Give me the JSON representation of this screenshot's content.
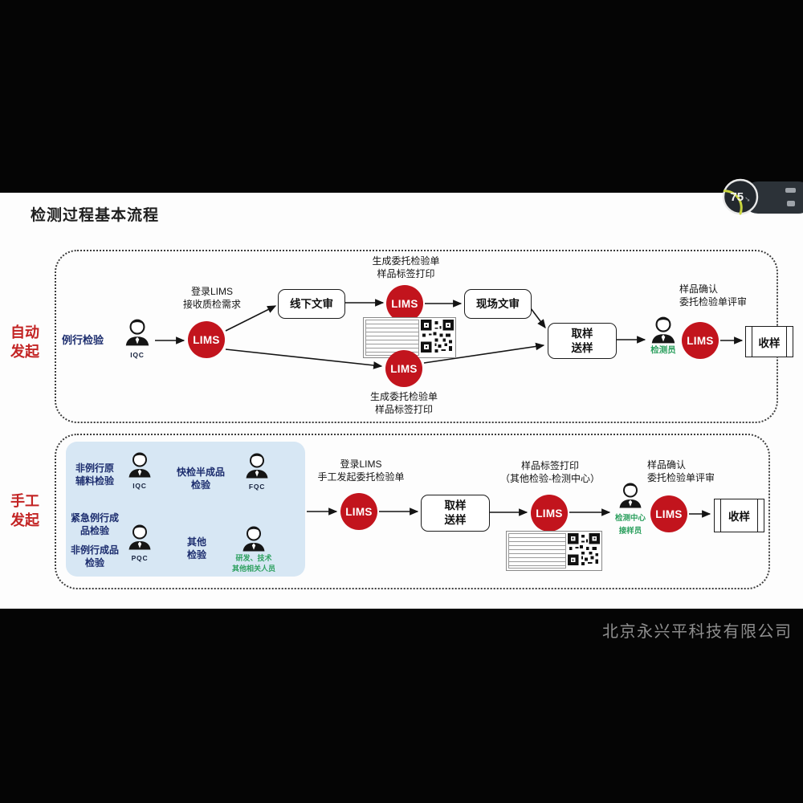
{
  "title": "检测过程基本流程",
  "watermark": "北京永兴平科技有限公司",
  "recorder": {
    "value": "75",
    "cursor": "➘"
  },
  "lane_auto": {
    "label": [
      "自动",
      "发起"
    ],
    "trigger": "例行检验",
    "actor_iqc": "IQC",
    "lims_login": {
      "label": "LIMS",
      "note": [
        "登录LIMS",
        "接收质检需求"
      ]
    },
    "box_offline_review": "线下文审",
    "lims_generate_top": {
      "label": "LIMS",
      "note": [
        "生成委托检验单",
        "样品标签打印"
      ]
    },
    "box_onsite_review": "现场文审",
    "lims_generate_bottom": {
      "label": "LIMS",
      "note": [
        "生成委托检验单",
        "样品标签打印"
      ]
    },
    "box_sampling": [
      "取样",
      "送样"
    ],
    "actor_tester": "检测员",
    "lims_confirm": {
      "label": "LIMS",
      "note": [
        "样品确认",
        "委托检验单评审"
      ]
    },
    "box_receive": "收样"
  },
  "lane_manual": {
    "label": [
      "手工",
      "发起"
    ],
    "sources": [
      {
        "text": [
          "非例行原",
          "辅料检验"
        ],
        "role": "IQC"
      },
      {
        "text": [
          "快检半成品",
          "检验"
        ],
        "role": "FQC"
      },
      {
        "text": [
          "紧急例行成",
          "品检验"
        ]
      },
      {
        "text": [
          "非例行成品",
          "检验"
        ],
        "role": "PQC"
      },
      {
        "text": [
          "其他",
          "检验"
        ],
        "role": [
          "研发、技术",
          "其他相关人员"
        ]
      }
    ],
    "lims_login": {
      "label": "LIMS",
      "note": [
        "登录LIMS",
        "手工发起委托检验单"
      ]
    },
    "box_sampling": [
      "取样",
      "送样"
    ],
    "lims_label_print": {
      "label": "LIMS",
      "note": [
        "样品标签打印",
        "（其他检验-检测中心）"
      ]
    },
    "actor": [
      "检测中心",
      "接样员"
    ],
    "lims_confirm": {
      "label": "LIMS",
      "note": [
        "样品确认",
        "委托检验单评审"
      ]
    },
    "box_receive": "收样"
  }
}
